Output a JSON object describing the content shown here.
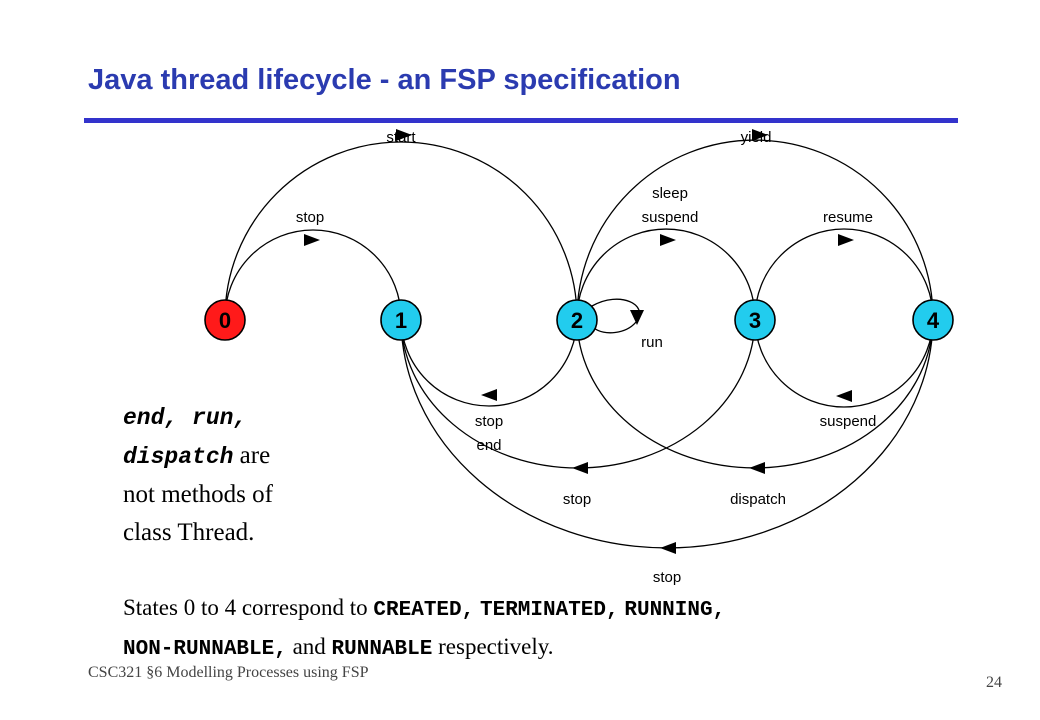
{
  "slide": {
    "title": "Java thread lifecycle - an FSP specification",
    "footer": "CSC321 §6 Modelling Processes using FSP",
    "page_number": "24"
  },
  "diagram": {
    "states": [
      "0",
      "1",
      "2",
      "3",
      "4"
    ],
    "state_colors": {
      "0": "#ff1a1a",
      "default": "#22ccee"
    },
    "transitions": [
      {
        "label": "start",
        "from": "0",
        "to": "2"
      },
      {
        "label": "stop",
        "from": "0",
        "to": "1"
      },
      {
        "label": "yield",
        "from": "2",
        "to": "4"
      },
      {
        "label": "sleep",
        "from": "2",
        "to": "3"
      },
      {
        "label": "suspend",
        "from": "2",
        "to": "3"
      },
      {
        "label": "resume",
        "from": "3",
        "to": "4"
      },
      {
        "label": "run",
        "from": "2",
        "to": "2"
      },
      {
        "label": "stop",
        "from": "2",
        "to": "1"
      },
      {
        "label": "end",
        "from": "2",
        "to": "1"
      },
      {
        "label": "suspend",
        "from": "4",
        "to": "3"
      },
      {
        "label": "stop",
        "from": "3",
        "to": "1"
      },
      {
        "label": "dispatch",
        "from": "4",
        "to": "2"
      },
      {
        "label": "stop",
        "from": "4",
        "to": "1"
      }
    ]
  },
  "note": {
    "code_a": "end, run,",
    "code_b": "dispatch",
    "text_b": " are",
    "line3": "not methods of",
    "line4": "class Thread."
  },
  "states_text": {
    "prefix": "States 0 to 4 correspond to ",
    "s1": "CREATED,",
    "s2": "TERMINATED,",
    "s3": "RUNNING,",
    "s4": "NON-RUNNABLE,",
    "and": " and ",
    "s5": "RUNNABLE",
    "suffix": " respectively."
  }
}
